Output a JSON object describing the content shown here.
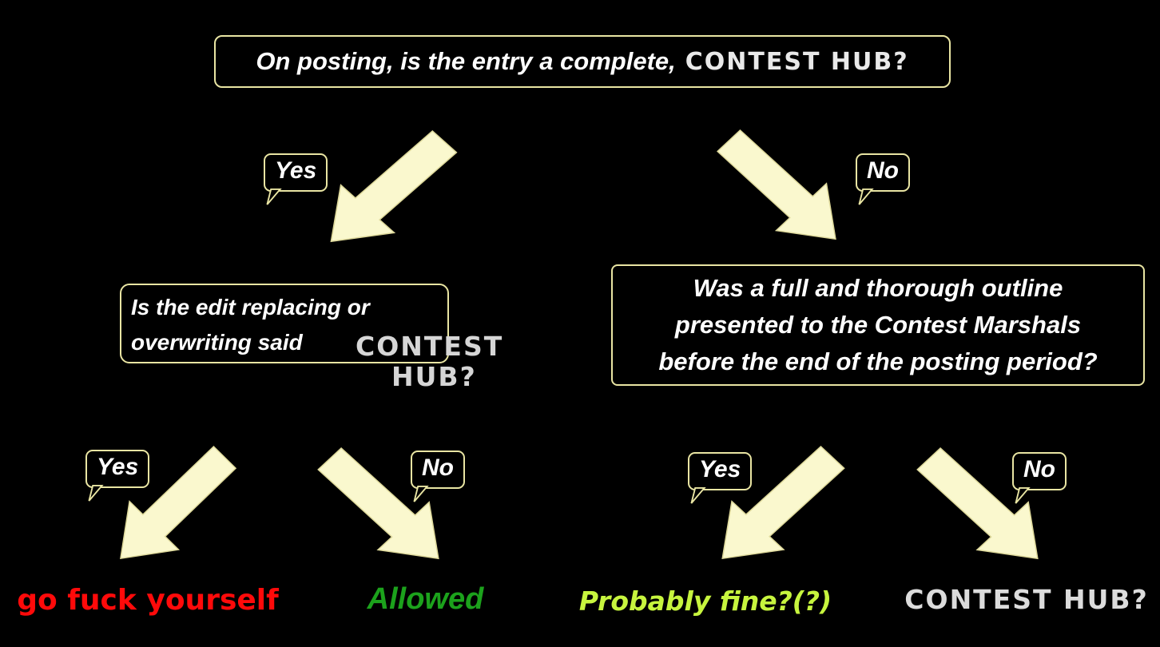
{
  "labels": {
    "yes": "Yes",
    "no": "No"
  },
  "colors": {
    "background": "#000000",
    "arrow_fill": "#faf8ce",
    "arrow_stroke": "#ddd89a",
    "box_border": "#e9e5a3",
    "question_text": "#ffffff",
    "contest_hub_gray": "#d6d6d6",
    "outcome_red": "#ff0a0a",
    "outcome_green": "#1ca21c",
    "outcome_yellow_green": "#c7f53e",
    "outcome_white": "#dcdcdc"
  },
  "root_question": {
    "prefix": "On posting, is the entry a complete,",
    "highlight": "CONTEST HUB?"
  },
  "left_question": {
    "line1": "Is the edit replacing or",
    "line2": "overwriting said",
    "highlight_word1": "CONTEST",
    "highlight_word2": "HUB?"
  },
  "right_question": {
    "line1": "Was a full and thorough outline",
    "line2": "presented to the Contest Marshals",
    "line3": "before the end of the posting period?"
  },
  "outcomes": {
    "left_yes": "go fuck yourself",
    "left_no": "Allowed",
    "right_yes": "Probably fine?(?)",
    "right_no": "CONTEST HUB?"
  }
}
